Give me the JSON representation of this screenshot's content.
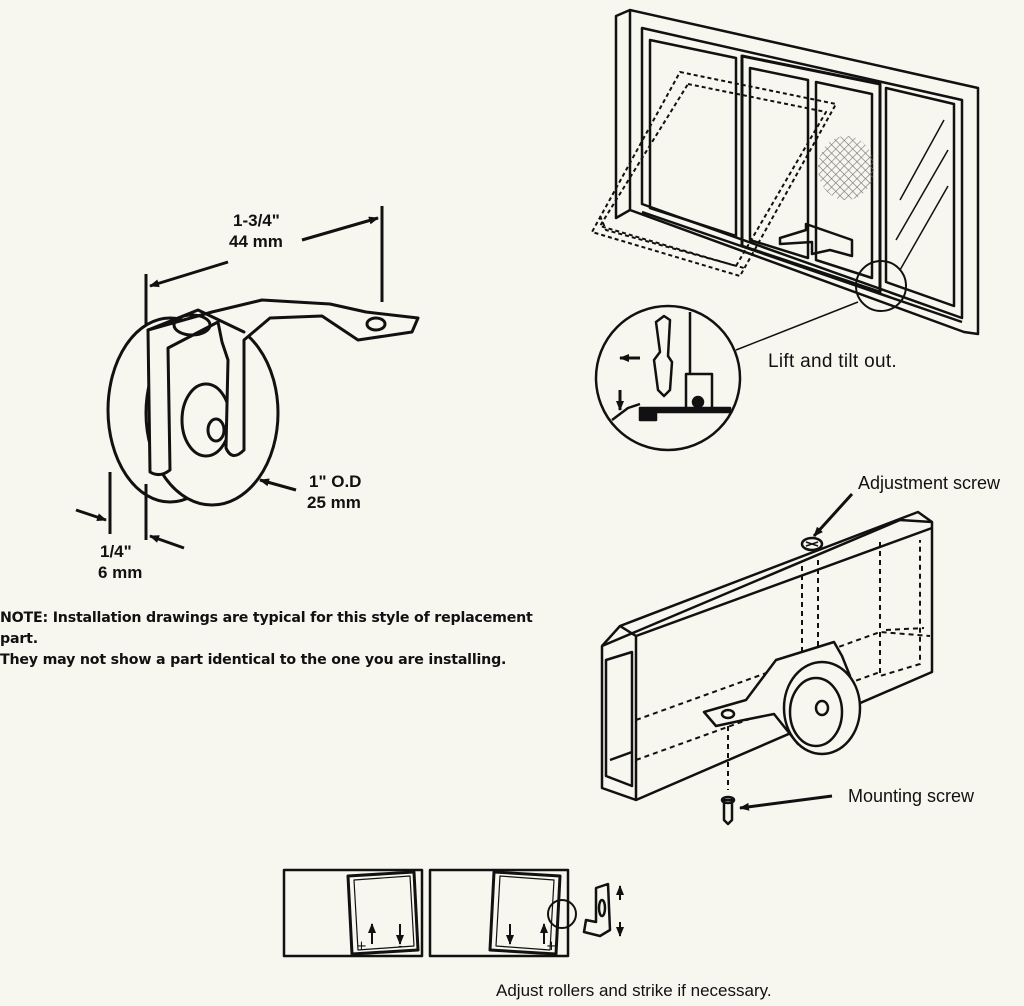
{
  "roller": {
    "length_imperial": "1-3/4\"",
    "length_metric": "44 mm",
    "diameter_imperial": "1\" O.D",
    "diameter_metric": "25 mm",
    "width_imperial": "1/4\"",
    "width_metric": "6 mm"
  },
  "note": {
    "line1": "NOTE: Installation drawings are typical for this style of replacement part.",
    "line2": "They may not show a part identical to the one you are installing."
  },
  "captions": {
    "lift_tilt": "Lift and tilt out.",
    "adjustment_screw": "Adjustment screw",
    "mounting_screw": "Mounting screw",
    "adjust_rollers": "Adjust rollers and strike if necessary."
  },
  "adjust_marks": {
    "plus": "+",
    "minus": "-"
  },
  "colors": {
    "background": "#f7f7ef",
    "line": "#111111"
  }
}
